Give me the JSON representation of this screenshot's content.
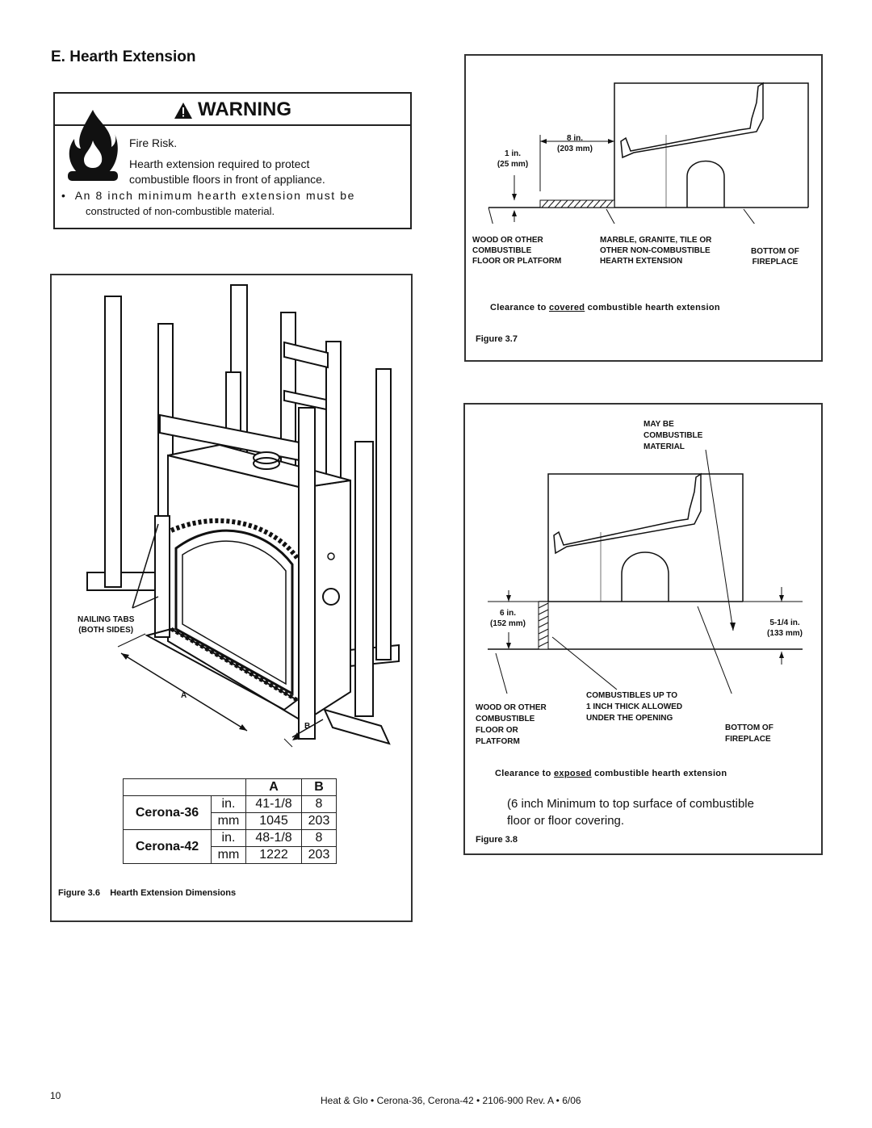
{
  "section": {
    "title": "E.  Hearth Extension"
  },
  "warning": {
    "heading": "WARNING",
    "line1": "Fire Risk.",
    "line2": "Hearth extension required to protect",
    "line3": "combustible floors in front of appliance.",
    "bullet": "An 8 inch minimum hearth extension must be",
    "bullet2": "constructed of non-combustible material."
  },
  "fig36": {
    "nailing_tabs": "NAILING TABS",
    "both_sides": "(BOTH SIDES)",
    "label_a": "A",
    "label_b": "B",
    "caption_num": "Figure  3.6",
    "caption_text": "Hearth  Extension  Dimensions",
    "table": {
      "header_a": "A",
      "header_b": "B",
      "rows": [
        {
          "model": "Cerona-36",
          "u1": "in.",
          "a1": "41-1/8",
          "b1": "8",
          "u2": "mm",
          "a2": "1045",
          "b2": "203"
        },
        {
          "model": "Cerona-42",
          "u1": "in.",
          "a1": "48-1/8",
          "b1": "8",
          "u2": "mm",
          "a2": "1222",
          "b2": "203"
        }
      ]
    }
  },
  "fig37": {
    "dim_8in": "8 in.",
    "dim_203": "(203 mm)",
    "dim_1in": "1 in.",
    "dim_25": "(25 mm)",
    "lbl_wood": [
      "WOOD OR OTHER",
      "COMBUSTIBLE",
      "FLOOR OR PLATFORM"
    ],
    "lbl_marble": [
      "MARBLE, GRANITE, TILE OR",
      "OTHER NON-COMBUSTIBLE",
      "HEARTH EXTENSION"
    ],
    "lbl_bottom": [
      "BOTTOM OF",
      "FIREPLACE"
    ],
    "clearance_pre": "Clearance  to ",
    "clearance_u": "covered",
    "clearance_post": " combustible  hearth  extension",
    "caption": "Figure  3.7"
  },
  "fig38": {
    "may_be": [
      "MAY BE",
      "COMBUSTIBLE",
      "MATERIAL"
    ],
    "dim_6in": "6 in.",
    "dim_152": "(152 mm)",
    "dim_514": "5-1/4 in.",
    "dim_133": "(133 mm)",
    "lbl_wood": [
      "WOOD OR OTHER",
      "COMBUSTIBLE",
      "FLOOR OR",
      "PLATFORM"
    ],
    "lbl_comb": [
      "COMBUSTIBLES UP TO",
      "1 INCH THICK ALLOWED",
      "UNDER THE OPENING"
    ],
    "lbl_bottom": [
      "BOTTOM OF",
      "FIREPLACE"
    ],
    "clearance_pre": "Clearance  to ",
    "clearance_u": "exposed",
    "clearance_post": " combustible  hearth  extension",
    "note1": "(6 inch Minimum to top surface of combustible",
    "note2": "floor or floor covering.",
    "caption": "Figure  3.8"
  },
  "footer": {
    "page": "10",
    "text": "Heat & Glo  •  Cerona-36, Cerona-42  •  2106-900  Rev. A  •  6/06"
  }
}
